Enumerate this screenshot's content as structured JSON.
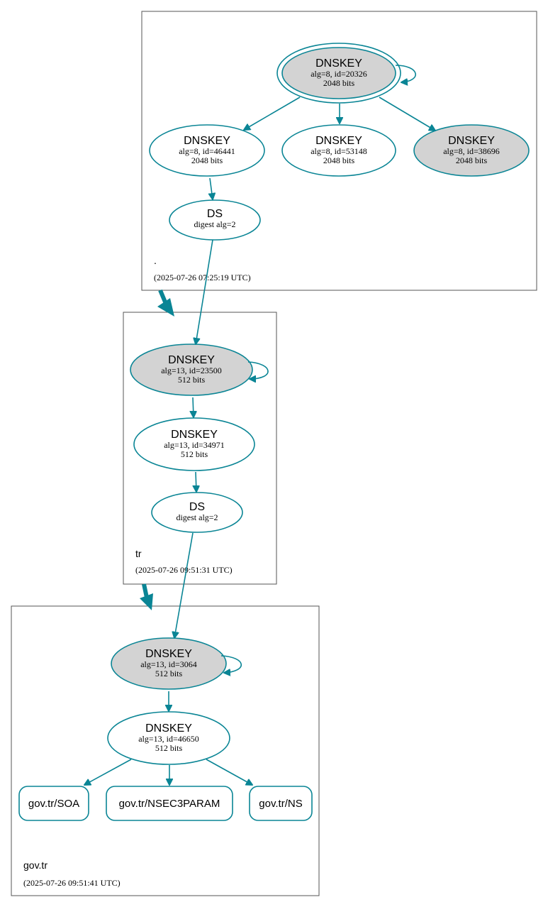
{
  "colors": {
    "edge": "#0a8595",
    "node_grey": "#d3d3d3",
    "zone_border": "#555555"
  },
  "zones": [
    {
      "name": ".",
      "timestamp": "(2025-07-26 07:25:19 UTC)",
      "nodes": [
        {
          "id": "root-ksk",
          "type": "DNSKEY",
          "title": "DNSKEY",
          "line1": "alg=8, id=20326",
          "line2": "2048 bits",
          "fill": "grey",
          "trust_anchor": true
        },
        {
          "id": "root-zsk1",
          "type": "DNSKEY",
          "title": "DNSKEY",
          "line1": "alg=8, id=46441",
          "line2": "2048 bits",
          "fill": "white"
        },
        {
          "id": "root-zsk2",
          "type": "DNSKEY",
          "title": "DNSKEY",
          "line1": "alg=8, id=53148",
          "line2": "2048 bits",
          "fill": "white"
        },
        {
          "id": "root-ksk2",
          "type": "DNSKEY",
          "title": "DNSKEY",
          "line1": "alg=8, id=38696",
          "line2": "2048 bits",
          "fill": "grey"
        },
        {
          "id": "root-ds",
          "type": "DS",
          "title": "DS",
          "line1": "digest alg=2",
          "fill": "white"
        }
      ]
    },
    {
      "name": "tr",
      "timestamp": "(2025-07-26 09:51:31 UTC)",
      "nodes": [
        {
          "id": "tr-ksk",
          "type": "DNSKEY",
          "title": "DNSKEY",
          "line1": "alg=13, id=23500",
          "line2": "512 bits",
          "fill": "grey"
        },
        {
          "id": "tr-zsk",
          "type": "DNSKEY",
          "title": "DNSKEY",
          "line1": "alg=13, id=34971",
          "line2": "512 bits",
          "fill": "white"
        },
        {
          "id": "tr-ds",
          "type": "DS",
          "title": "DS",
          "line1": "digest alg=2",
          "fill": "white"
        }
      ]
    },
    {
      "name": "gov.tr",
      "timestamp": "(2025-07-26 09:51:41 UTC)",
      "nodes": [
        {
          "id": "gov-ksk",
          "type": "DNSKEY",
          "title": "DNSKEY",
          "line1": "alg=13, id=3064",
          "line2": "512 bits",
          "fill": "grey"
        },
        {
          "id": "gov-zsk",
          "type": "DNSKEY",
          "title": "DNSKEY",
          "line1": "alg=13, id=46650",
          "line2": "512 bits",
          "fill": "white"
        }
      ],
      "rrsets": [
        {
          "id": "rr-soa",
          "label": "gov.tr/SOA"
        },
        {
          "id": "rr-nsec3param",
          "label": "gov.tr/NSEC3PARAM"
        },
        {
          "id": "rr-ns",
          "label": "gov.tr/NS"
        }
      ]
    }
  ],
  "edges": [
    {
      "from": "root-ksk",
      "to": "root-ksk",
      "self": true
    },
    {
      "from": "root-ksk",
      "to": "root-zsk1"
    },
    {
      "from": "root-ksk",
      "to": "root-zsk2"
    },
    {
      "from": "root-ksk",
      "to": "root-ksk2"
    },
    {
      "from": "root-zsk1",
      "to": "root-ds"
    },
    {
      "from": "root-ds",
      "to": "tr-ksk"
    },
    {
      "from": "tr-ksk",
      "to": "tr-ksk",
      "self": true
    },
    {
      "from": "tr-ksk",
      "to": "tr-zsk"
    },
    {
      "from": "tr-zsk",
      "to": "tr-ds"
    },
    {
      "from": "tr-ds",
      "to": "gov-ksk"
    },
    {
      "from": "gov-ksk",
      "to": "gov-ksk",
      "self": true
    },
    {
      "from": "gov-ksk",
      "to": "gov-zsk"
    },
    {
      "from": "gov-zsk",
      "to": "rr-soa"
    },
    {
      "from": "gov-zsk",
      "to": "rr-nsec3param"
    },
    {
      "from": "gov-zsk",
      "to": "rr-ns"
    }
  ]
}
